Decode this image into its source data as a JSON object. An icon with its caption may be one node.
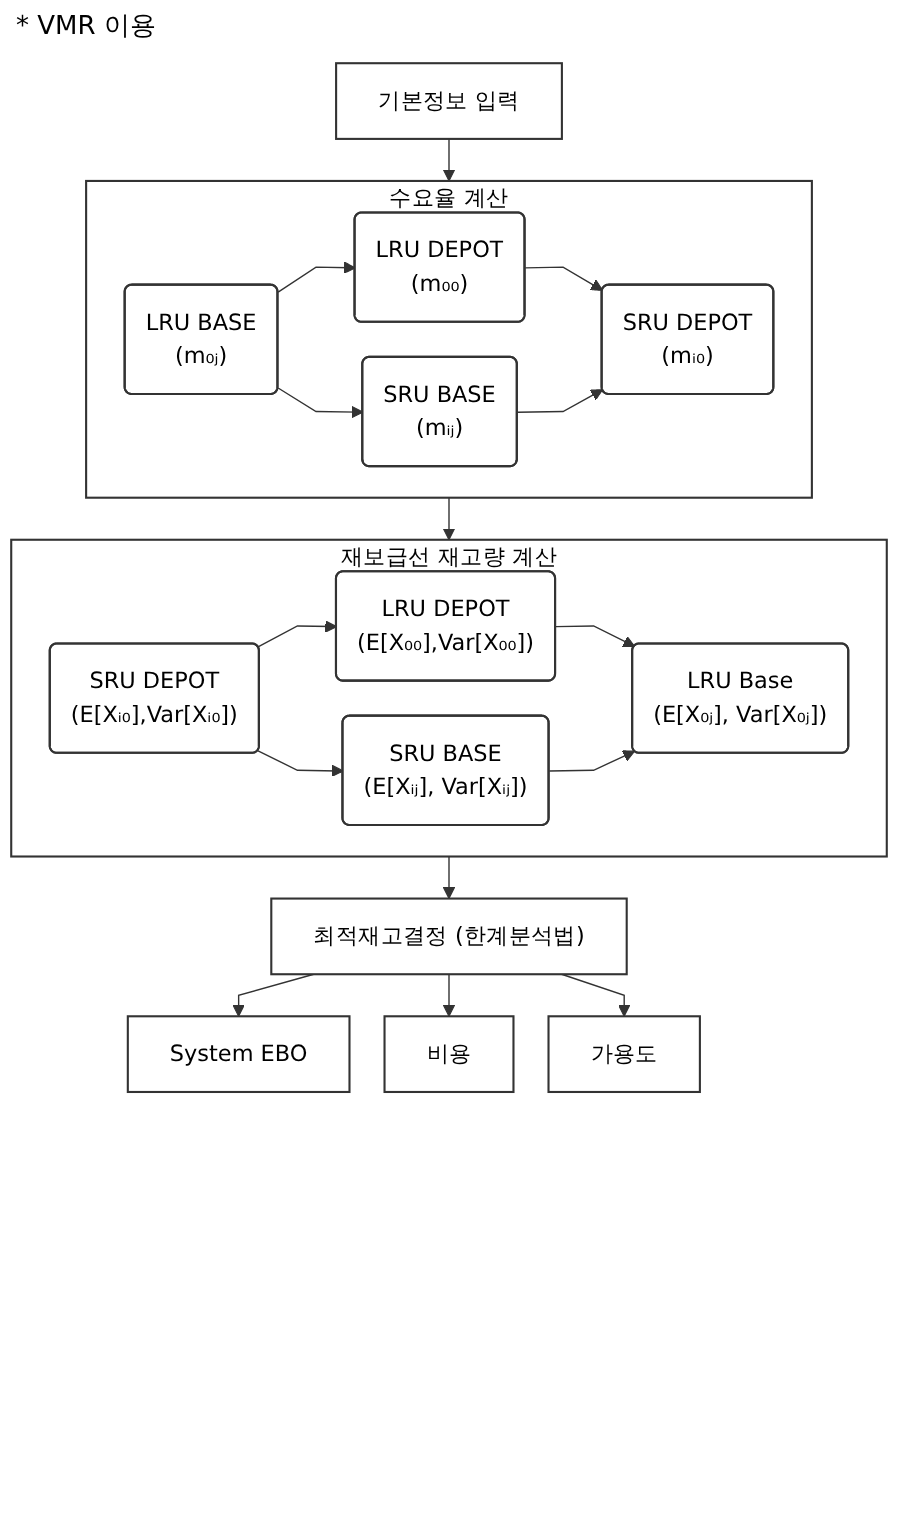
{
  "diagram": {
    "nodes": [
      {
        "text": [
          "기본정보 입력"
        ]
      },
      {
        "text": [
          "수요율 계산"
        ]
      },
      {
        "text": [
          "LRU DEPOT",
          "(m₀₀)"
        ],
        "in": 1
      },
      {
        "text": [
          "LRU BASE",
          "(m₀ⱼ)"
        ],
        "in": 1
      },
      {
        "text": [
          "SRU DEPOT",
          "(mᵢ₀)"
        ],
        "in": 1
      },
      {
        "text": [
          "SRU BASE",
          "(mᵢⱼ)"
        ],
        "in": 1
      },
      {
        "text": [
          "재보급선 재고량 계산"
        ]
      },
      {
        "text": [
          "LRU DEPOT",
          "(E[X₀₀],Var[X₀₀])"
        ],
        "in": 6
      },
      {
        "text": [
          "SRU DEPOT",
          "(E[Xᵢ₀],Var[Xᵢ₀])"
        ],
        "in": 6
      },
      {
        "text": [
          "LRU Base",
          "(E[X₀ⱼ], Var[X₀ⱼ])"
        ],
        "in": 6
      },
      {
        "text": [
          "SRU BASE",
          "(E[Xᵢⱼ], Var[Xᵢⱼ])"
        ],
        "in": 6
      },
      {
        "text": [
          "최적재고결정 (한계분석법)"
        ]
      },
      {
        "text": [
          "System EBO"
        ]
      },
      {
        "text": [
          "비용"
        ]
      },
      {
        "text": [
          "가용도"
        ]
      }
    ],
    "edges": [
      {
        "from": 0,
        "to": 1,
        "arrow": "to"
      },
      {
        "from": 3,
        "to": 2,
        "arrow": "to"
      },
      {
        "from": 2,
        "to": 4,
        "arrow": "to"
      },
      {
        "from": 3,
        "to": 5,
        "arrow": "to"
      },
      {
        "from": 5,
        "to": 4,
        "arrow": "to"
      },
      {
        "from": 1,
        "to": 6,
        "arrow": "to"
      },
      {
        "from": 8,
        "to": 7,
        "arrow": "to"
      },
      {
        "from": 7,
        "to": 9,
        "arrow": "to"
      },
      {
        "from": 8,
        "to": 10,
        "arrow": "to"
      },
      {
        "from": 10,
        "to": 9,
        "arrow": "to"
      },
      {
        "from": 6,
        "to": 11,
        "arrow": "to"
      },
      {
        "from": 11,
        "to": 12,
        "arrow": "to"
      },
      {
        "from": 11,
        "to": 13,
        "arrow": "to"
      },
      {
        "from": 11,
        "to": 14,
        "arrow": "to"
      }
    ],
    "labels": [
      "* VMR 이용"
    ]
  }
}
